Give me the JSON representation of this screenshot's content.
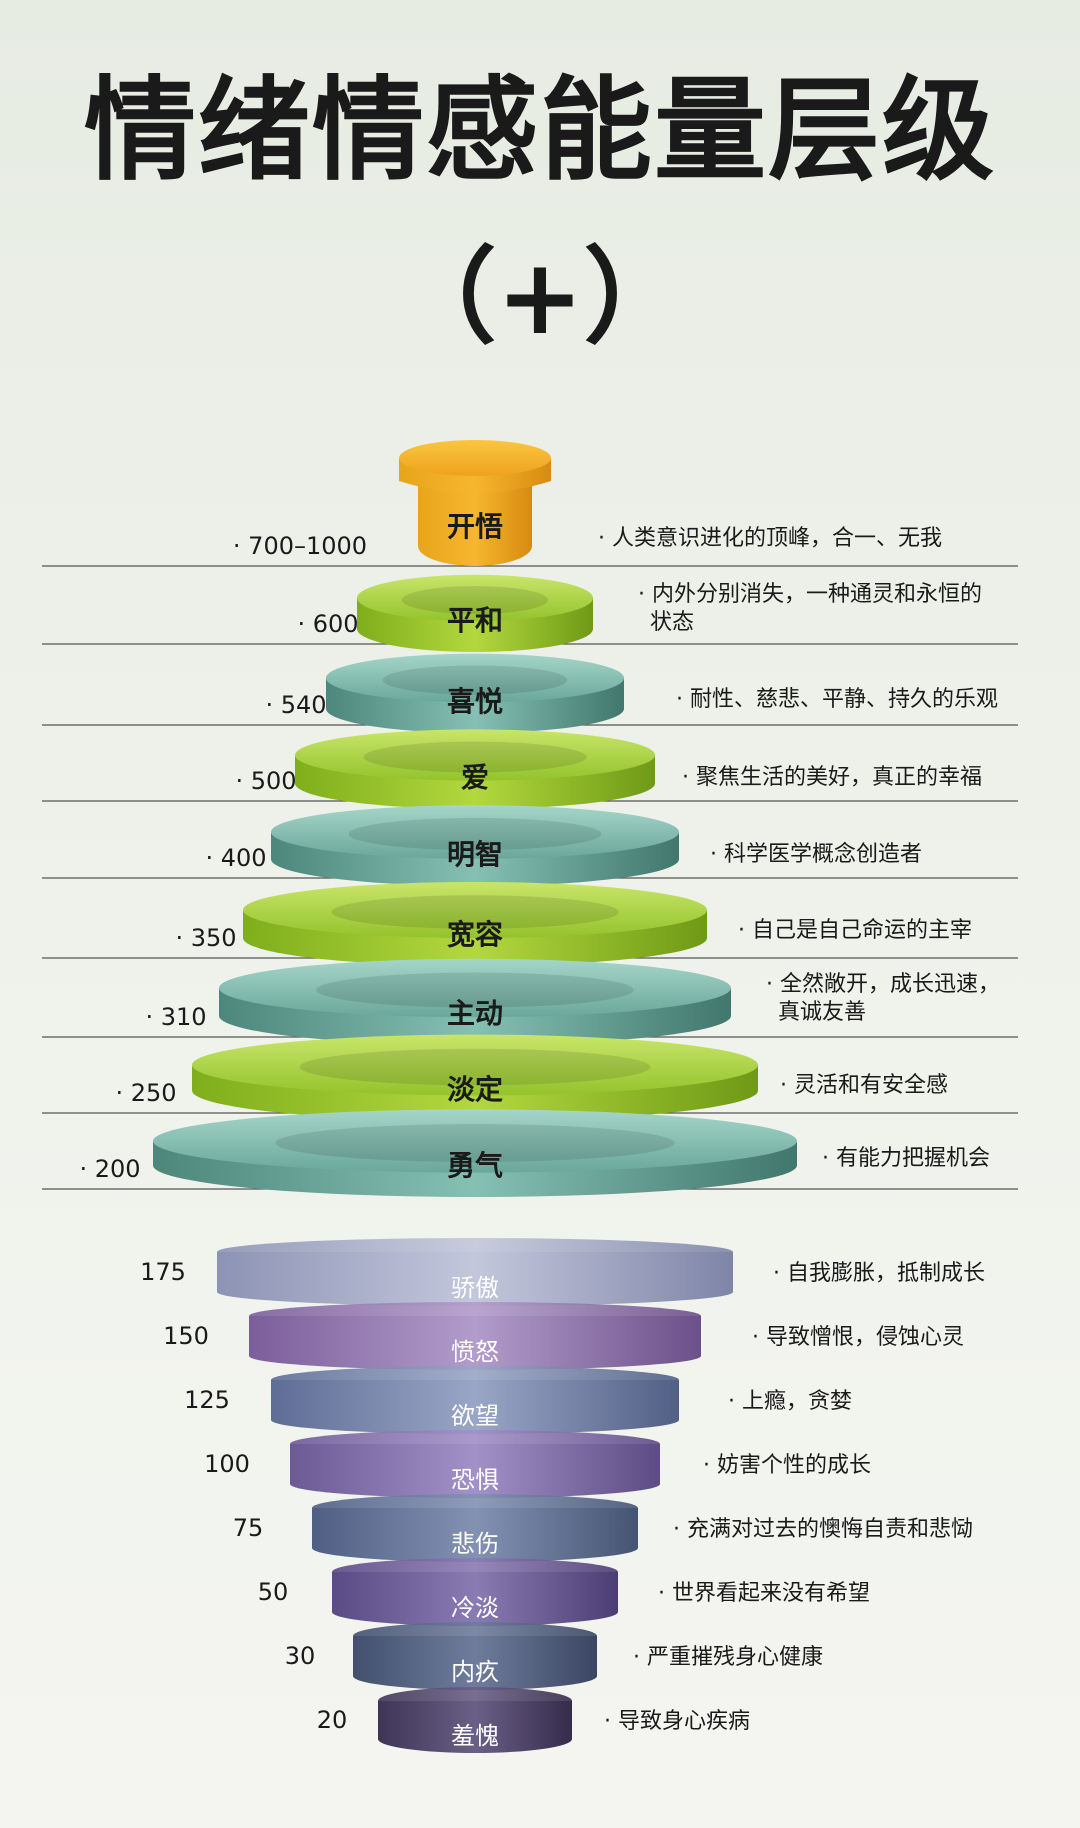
{
  "title": "情绪情感能量层级",
  "subtitle": "（+）",
  "positive_levels": [
    {
      "value": "· 700–1000",
      "label": "开悟",
      "desc": [
        "· 人类意识进化的顶峰，合一、无我"
      ],
      "color": "orange"
    },
    {
      "value": "· 600",
      "label": "平和",
      "desc": [
        "· 内外分别消失，一种通灵和永恒的",
        "状态"
      ],
      "color": "green"
    },
    {
      "value": "· 540",
      "label": "喜悦",
      "desc": [
        "· 耐性、慈悲、平静、持久的乐观"
      ],
      "color": "teal"
    },
    {
      "value": "· 500",
      "label": "爱",
      "desc": [
        "· 聚焦生活的美好，真正的幸福"
      ],
      "color": "green"
    },
    {
      "value": "· 400",
      "label": "明智",
      "desc": [
        "· 科学医学概念创造者"
      ],
      "color": "teal"
    },
    {
      "value": "· 350",
      "label": "宽容",
      "desc": [
        "· 自己是自己命运的主宰"
      ],
      "color": "green"
    },
    {
      "value": "· 310",
      "label": "主动",
      "desc": [
        "· 全然敞开，成长迅速，",
        "真诚友善"
      ],
      "color": "teal"
    },
    {
      "value": "· 250",
      "label": "淡定",
      "desc": [
        "· 灵活和有安全感"
      ],
      "color": "green"
    },
    {
      "value": "· 200",
      "label": "勇气",
      "desc": [
        "· 有能力把握机会"
      ],
      "color": "teal"
    }
  ],
  "negative_levels": [
    {
      "value": "175",
      "label": "骄傲",
      "desc": "· 自我膨胀，抵制成长"
    },
    {
      "value": "150",
      "label": "愤怒",
      "desc": "· 导致憎恨，侵蚀心灵"
    },
    {
      "value": "125",
      "label": "欲望",
      "desc": "· 上瘾，贪婪"
    },
    {
      "value": "100",
      "label": "恐惧",
      "desc": "· 妨害个性的成长"
    },
    {
      "value": "75",
      "label": "悲伤",
      "desc": "· 充满对过去的懊悔自责和悲恸"
    },
    {
      "value": "50",
      "label": "冷淡",
      "desc": "· 世界看起来没有希望"
    },
    {
      "value": "30",
      "label": "内疚",
      "desc": "· 严重摧残身心健康"
    },
    {
      "value": "20",
      "label": "羞愧",
      "desc": "· 导致身心疾病"
    }
  ],
  "colors": {
    "orange": "#f2a41a",
    "green": "#9bc62a",
    "teal": "#5f9a8e",
    "neg_light": "#a7abc6",
    "neg_purple": "#8a6fa8",
    "neg_dark": "#5b5a78"
  }
}
